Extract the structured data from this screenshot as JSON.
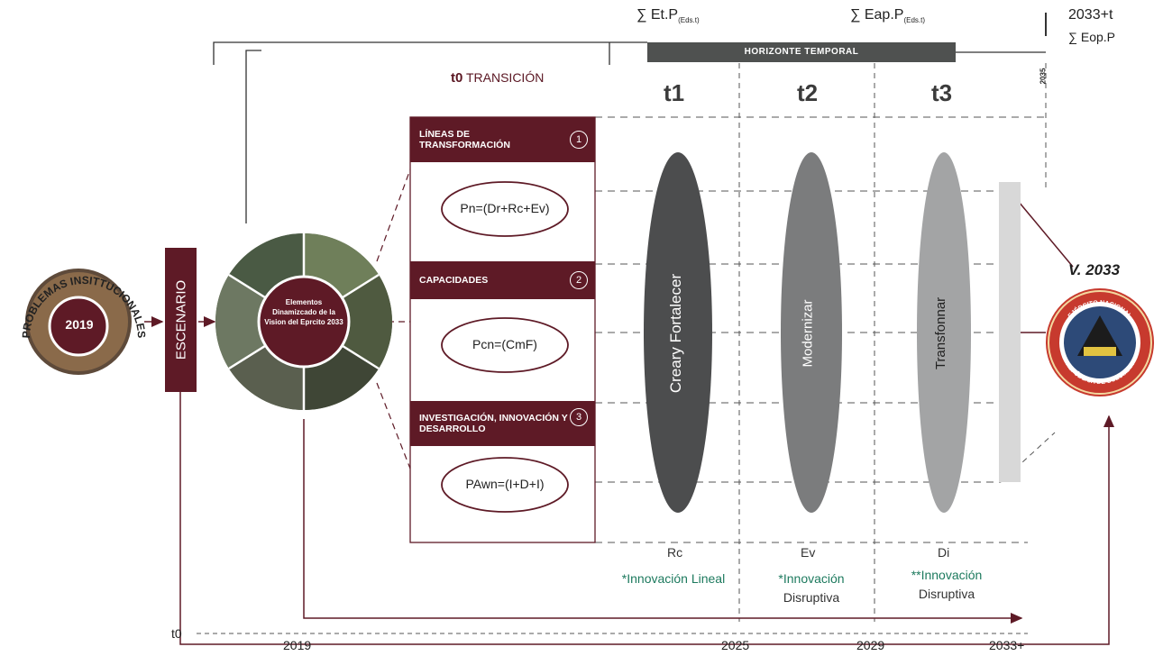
{
  "header": {
    "bar_label": "HORIZONTE TEMPORAL",
    "sum1": "∑ Et.P",
    "sum1_sub": "(Eds.t)",
    "sum2": "∑ Eap.P",
    "sum2_sub": "(Eds.t)",
    "right_top": "2033+t",
    "right_bottom": "∑ Eop.P",
    "year_vertical": "2035"
  },
  "transition": {
    "bold": "t0",
    "text": "TRANSICIÓN"
  },
  "phases": [
    "t1",
    "t2",
    "t3"
  ],
  "boxes": [
    {
      "label": "LÍNEAS DE TRANSFORMACIÓN",
      "number": "1",
      "formula": "Pn=(Dr+Rc+Ev)"
    },
    {
      "label": "CAPACIDADES",
      "number": "2",
      "formula": "Pcn=(CmF)"
    },
    {
      "label": "INVESTIGACIÓN, INNOVACIÓN Y DESARROLLO",
      "number": "3",
      "formula": "PAwn=(I+D+I)"
    }
  ],
  "lenses": [
    {
      "text": "Creary Fortalecer",
      "color": "#4c4d4e"
    },
    {
      "text": "Modernizar",
      "color": "#7b7c7d"
    },
    {
      "text": "Transfonnar",
      "color": "#a3a4a5"
    }
  ],
  "abbrev": [
    "Rc",
    "Ev",
    "Di"
  ],
  "innovation": [
    {
      "line1": "*Innovación Lineal",
      "line2": ""
    },
    {
      "line1": "*Innovación",
      "line2": "Disruptiva"
    },
    {
      "line1": "**Innovación",
      "line2": "Disruptiva"
    }
  ],
  "left": {
    "arc_text": "PROBLEMAS INSITTUCIONALES",
    "year": "2019",
    "scenario": "ESCENARIO",
    "center_text": "Elementos Dinamizcado de la Vision del Eprcito 2033"
  },
  "vision": {
    "label": "V. 2033",
    "seal_top": "EJÉRCITO NACIONAL",
    "seal_bottom": "REPÚBLICA DE COLOMBIA"
  },
  "timeline": [
    "t0",
    "2019",
    "2025",
    "2029",
    "2033+"
  ],
  "colors": {
    "maroon": "#5e1a26",
    "dark_gray": "#4f5150",
    "green": "#1d7a5e"
  }
}
